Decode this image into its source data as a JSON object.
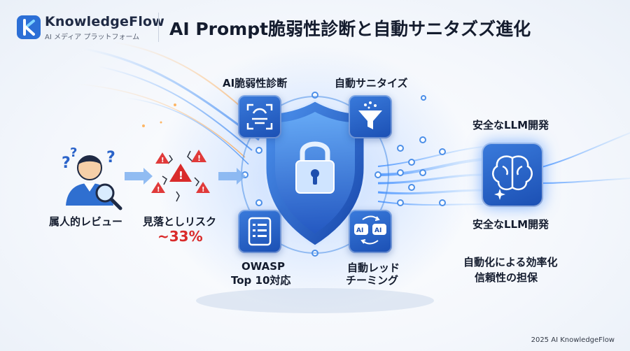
{
  "header": {
    "brand_name": "KnowledgeFlow",
    "brand_sub": "AI メディア プラットフォーム",
    "title": "AI Prompt脆弱性診断と自動サニタズズ進化"
  },
  "left": {
    "person_label": "属人的レビュー",
    "risk_label": "見落としリスク",
    "risk_value": "~33%"
  },
  "center": {
    "top_left_label": "AI脆弱性診断",
    "top_right_label": "自動サニタイズ",
    "bottom_left_label_1": "OWASP",
    "bottom_left_label_2": "Top 10対応",
    "bottom_right_label_1": "自動レッド",
    "bottom_right_label_2": "チーミング",
    "ai_badge": "AI"
  },
  "right": {
    "top_label": "安全なLLM開発",
    "bottom_label": "安全なLLM開発",
    "benefit_1": "自動化による効率化",
    "benefit_2": "信頼性の担保"
  },
  "footer": {
    "copyright": "2025 AI KnowledgeFlow"
  },
  "colors": {
    "accent": "#2a63c9",
    "danger": "#d92b2b",
    "ink": "#141c2e"
  }
}
